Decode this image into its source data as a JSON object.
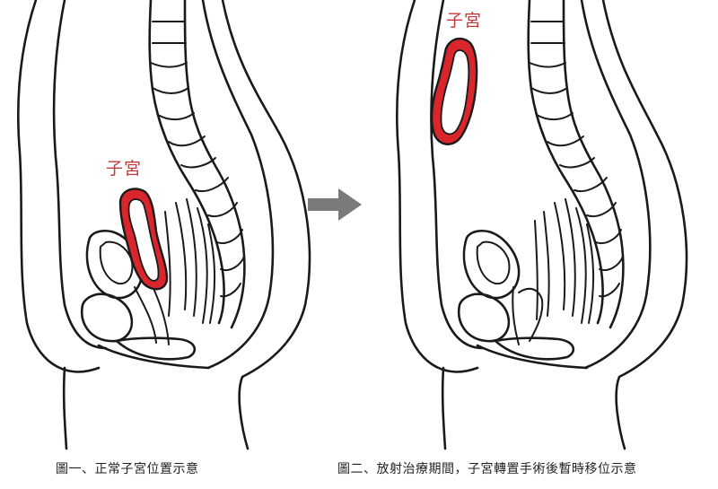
{
  "panel_left": {
    "organ_label": "子宮",
    "caption": "圖一、正常子宮位置示意"
  },
  "panel_right": {
    "organ_label": "子宮",
    "caption": "圖二、放射治療期間，子宮轉置手術後暫時移位示意"
  },
  "colors": {
    "uterus_fill": "#d8262c",
    "label_color": "#c43a3a",
    "arrow_color": "#7a7a7a",
    "ink": "#1a1a1a"
  },
  "arrow": {
    "direction": "right",
    "meaning": "transition-from-figure-1-to-figure-2"
  }
}
